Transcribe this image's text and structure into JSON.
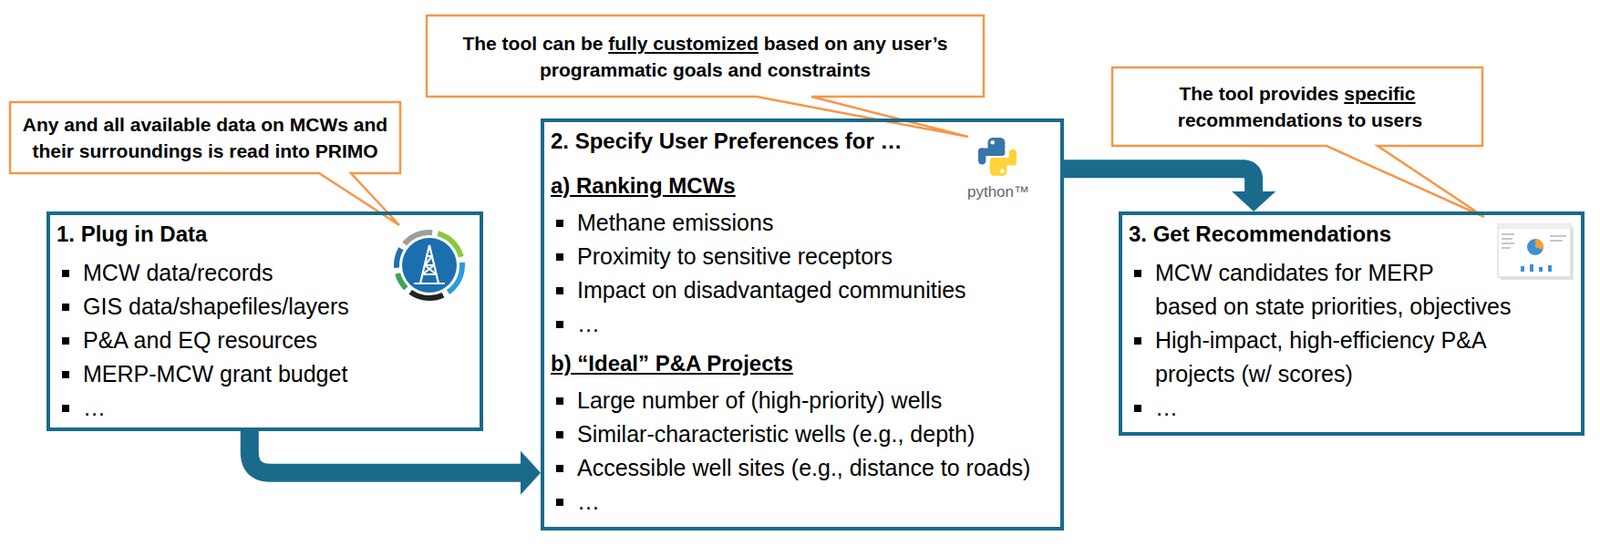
{
  "diagram": {
    "nodes": [
      {
        "text": [
          "Any and all available data on MCWs and their surroundings is read into PRIMO"
        ]
      },
      {
        "text": [
          "1. Plug in Data",
          "MCW data/records",
          "GIS data/shapefiles/layers",
          "P&A and EQ resources",
          "MERP-MCW grant budget",
          "…"
        ]
      },
      {
        "text": [
          "The tool can be",
          "fully customized",
          "based on any user’s programmatic goals and constraints"
        ]
      },
      {
        "text": [
          "2. Specify User Preferences for …",
          "a) Ranking MCWs",
          "Methane emissions",
          "Proximity to sensitive receptors",
          "Impact on disadvantaged communities",
          "…",
          "b) “Ideal” P&A Projects",
          "Large number of (high-priority) wells",
          "Similar-characteristic wells (e.g., depth)",
          "Accessible well sites (e.g., distance to roads)",
          "…"
        ]
      },
      {
        "text": [
          "The tool provides",
          "specific",
          "recommendations to users"
        ]
      },
      {
        "text": [
          "3. Get Recommendations",
          "MCW candidates for MERP based on state priorities, objectives",
          "High-impact, high-efficiency P&A projects (w/ scores)",
          "…"
        ]
      }
    ],
    "edges": [
      {
        "from": 1,
        "to": 3,
        "arrow": "to"
      },
      {
        "from": 3,
        "to": 5,
        "arrow": "to"
      }
    ],
    "labels": [
      "python™"
    ]
  }
}
